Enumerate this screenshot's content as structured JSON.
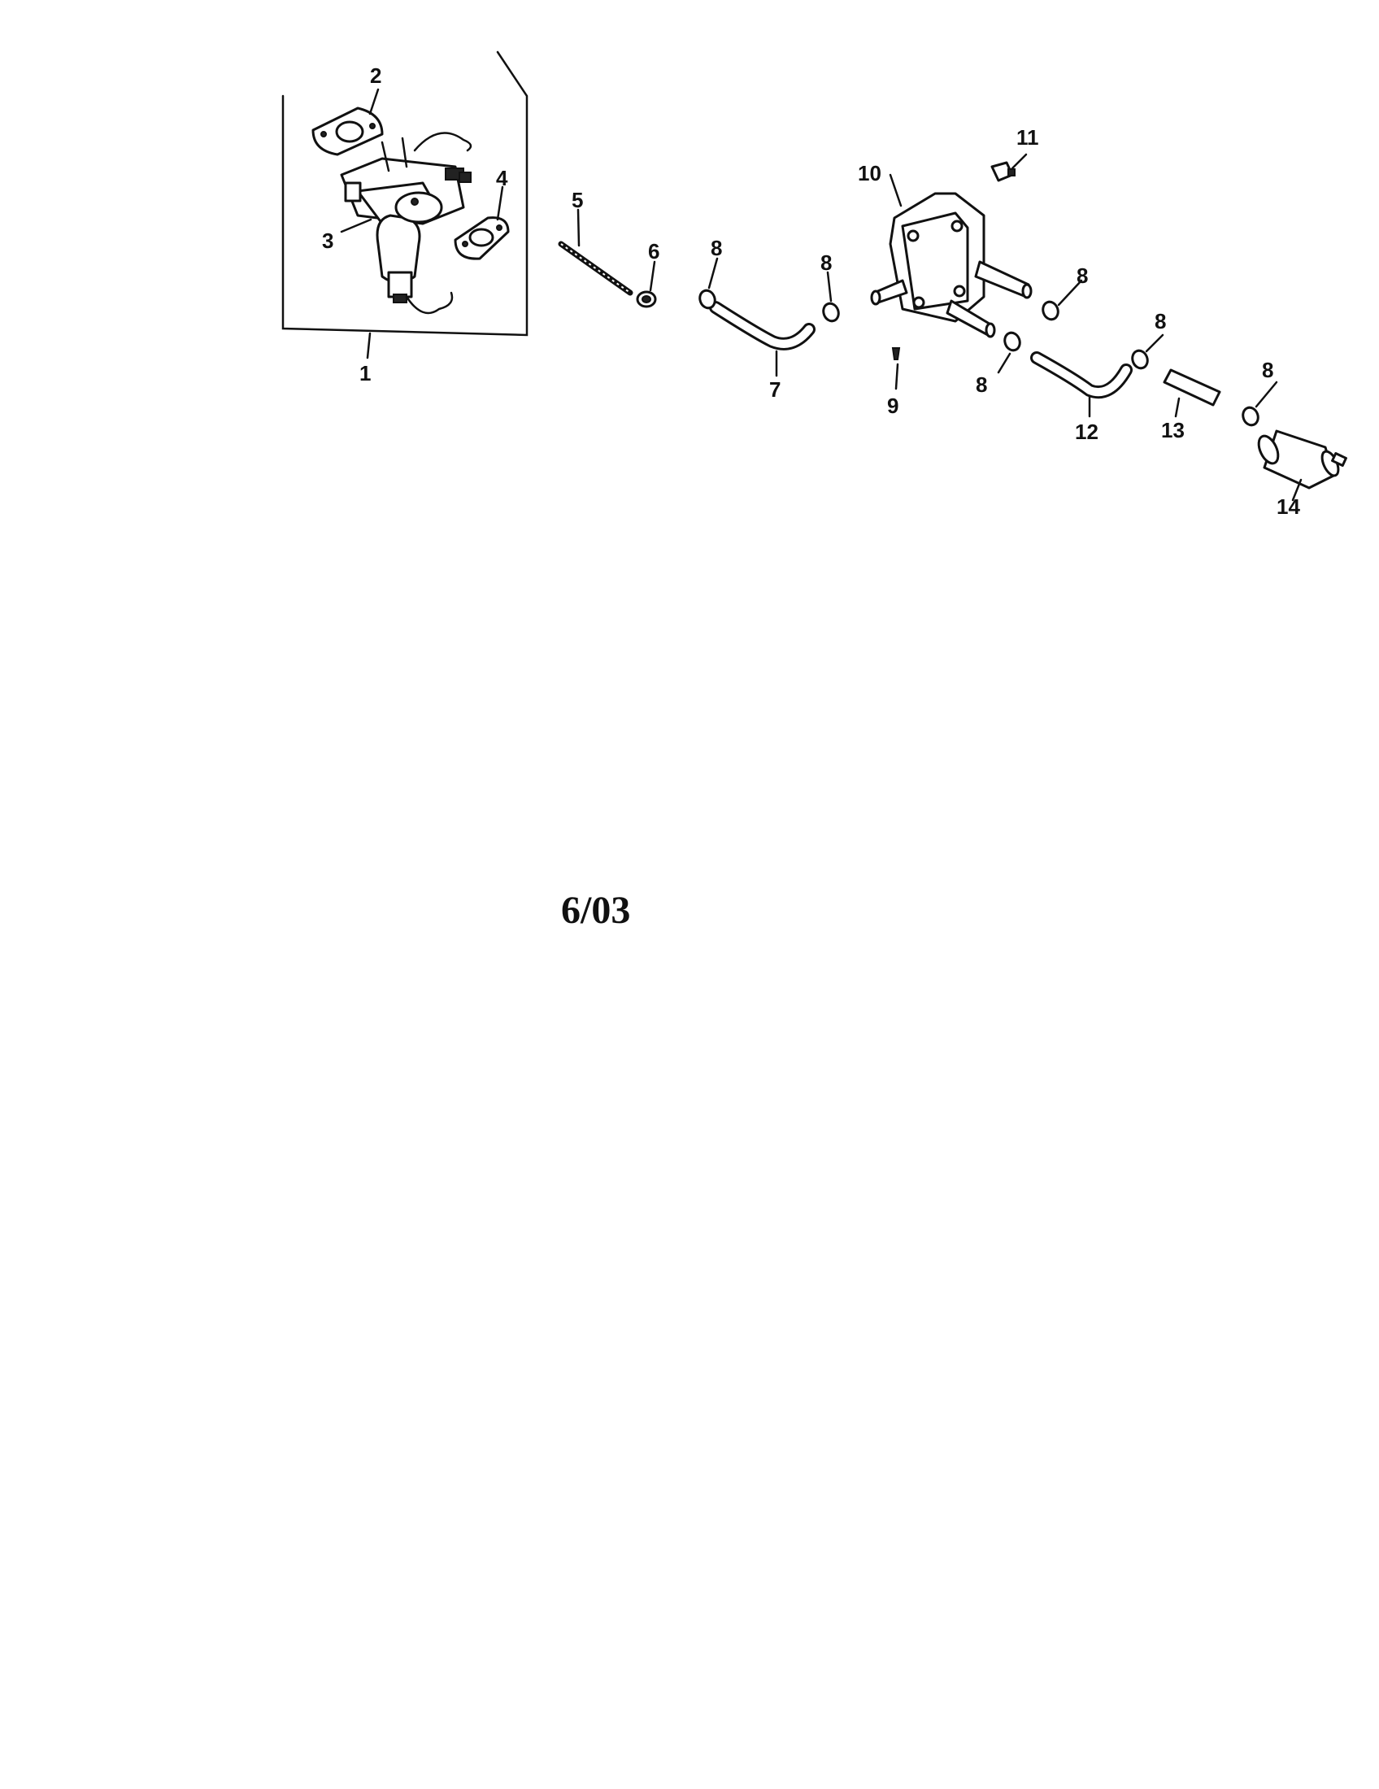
{
  "callouts": {
    "c1": "1",
    "c2": "2",
    "c3": "3",
    "c4": "4",
    "c5": "5",
    "c6": "6",
    "c7": "7",
    "c8a": "8",
    "c8b": "8",
    "c8c": "8",
    "c8d": "8",
    "c8e": "8",
    "c8f": "8",
    "c9": "9",
    "c10": "10",
    "c11": "11",
    "c12": "12",
    "c13": "13",
    "c14": "14"
  },
  "footer": {
    "date": "6/03"
  }
}
